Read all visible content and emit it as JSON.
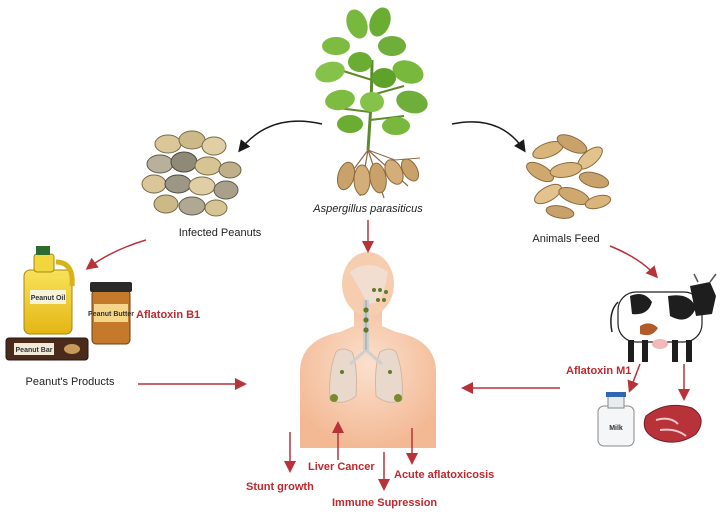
{
  "source": {
    "label": "Aspergillus parasiticus"
  },
  "nodes": {
    "infected_peanuts": "Infected Peanuts",
    "animals_feed": "Animals Feed",
    "peanut_products": "Peanut's Products",
    "aflatoxin_b1": "Aflatoxin B1",
    "aflatoxin_m1": "Aflatoxin M1"
  },
  "product_labels": {
    "oil": "Peanut Oil",
    "butter": "Peanut Butter",
    "bar": "Peanut Bar",
    "milk": "Milk"
  },
  "effects": {
    "stunt_growth": "Stunt growth",
    "liver_cancer": "Liver Cancer",
    "immune_supression": "Immune Supression",
    "acute_aflatoxicosis": "Acute aflatoxicosis"
  },
  "colors": {
    "arrow_black": "#1a1a1a",
    "arrow_red": "#b8323a",
    "text_red": "#c0282d",
    "leaf_green": "#6fae3a",
    "body_skin": "#f6c9a8",
    "peanut_shell": "#c9a26b"
  }
}
